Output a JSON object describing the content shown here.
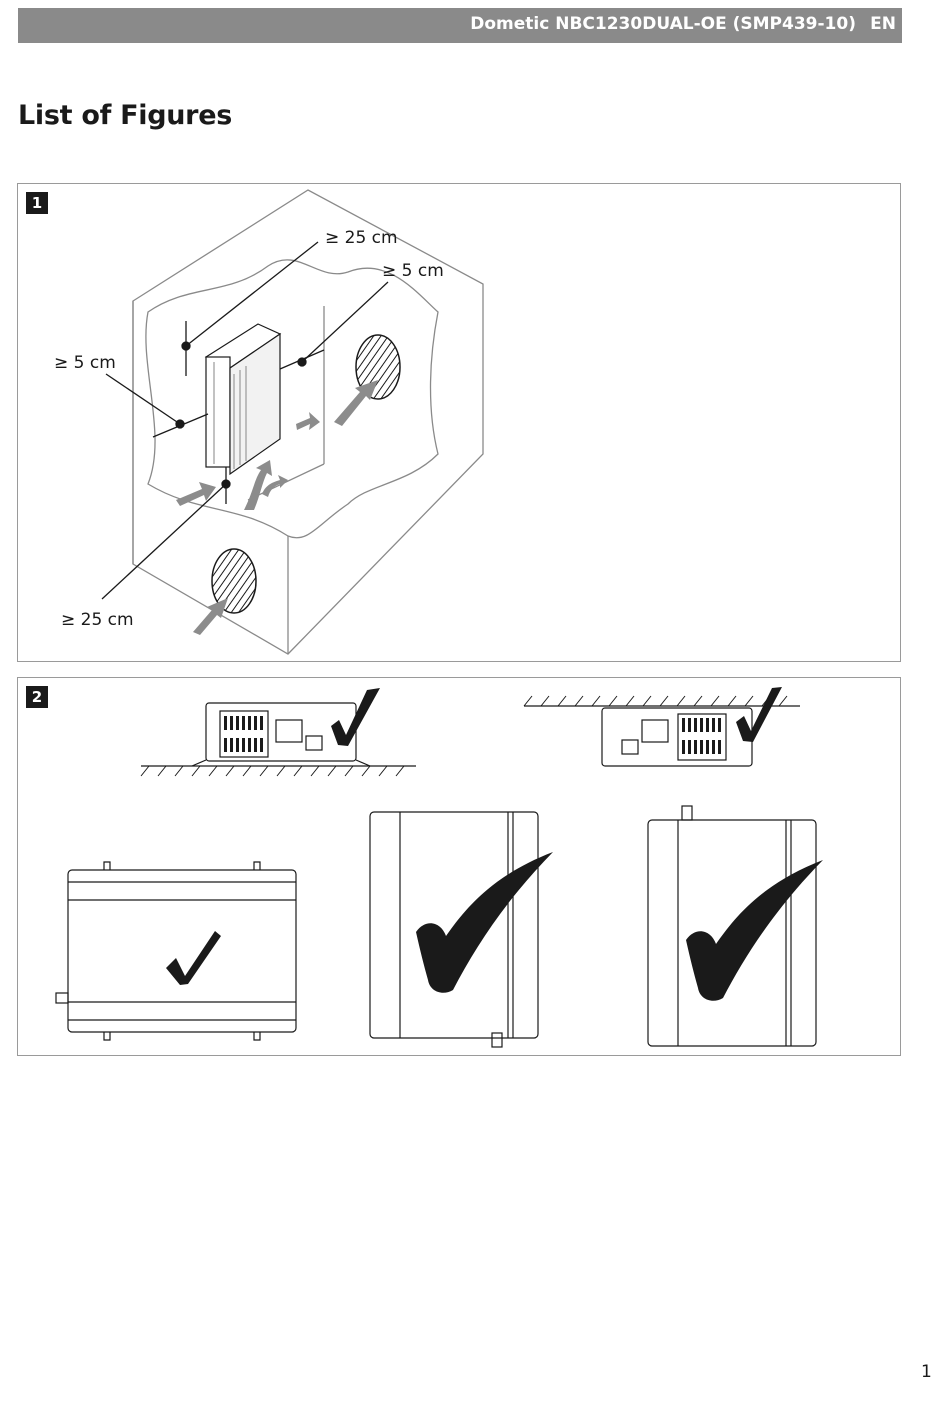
{
  "header": {
    "title": "Dometic NBC1230DUAL-OE (SMP439-10)",
    "language": "EN"
  },
  "page_title": "List of Figures",
  "figures": [
    {
      "number": "1",
      "labels": {
        "top": "≥ 25 cm",
        "right": "≥ 5 cm",
        "left": "≥ 5 cm",
        "bottom": "≥ 25 cm"
      }
    },
    {
      "number": "2",
      "orientations": [
        "horizontal-floor",
        "horizontal-ceiling",
        "flat",
        "vertical",
        "vertical-side"
      ]
    }
  ],
  "page_number": "1",
  "colors": {
    "header_bg": "#8a8a8a",
    "arrow_fill": "#8c8c8c",
    "check_fill": "#1a1a1a"
  }
}
